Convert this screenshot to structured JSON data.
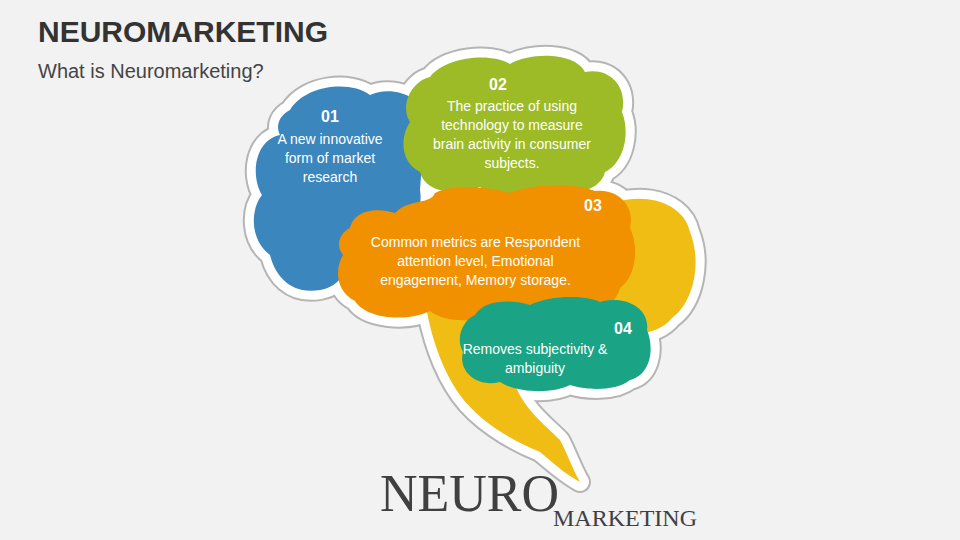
{
  "diagram": {
    "title": "NEUROMARKETING",
    "nodes": [
      {
        "text": [
          "01",
          "A new innovative form of market research"
        ]
      },
      {
        "text": [
          "02",
          "The practice of using technology to measure brain activity in consumer subjects."
        ]
      },
      {
        "text": [
          "03",
          "Common metrics are Respondent attention level, Emotional engagement, Memory storage."
        ]
      },
      {
        "text": [
          "04",
          "Removes subjectivity & ambiguity"
        ]
      }
    ],
    "labels": [
      "What is Neuromarketing?",
      "NEURO",
      "MARKETING"
    ]
  }
}
